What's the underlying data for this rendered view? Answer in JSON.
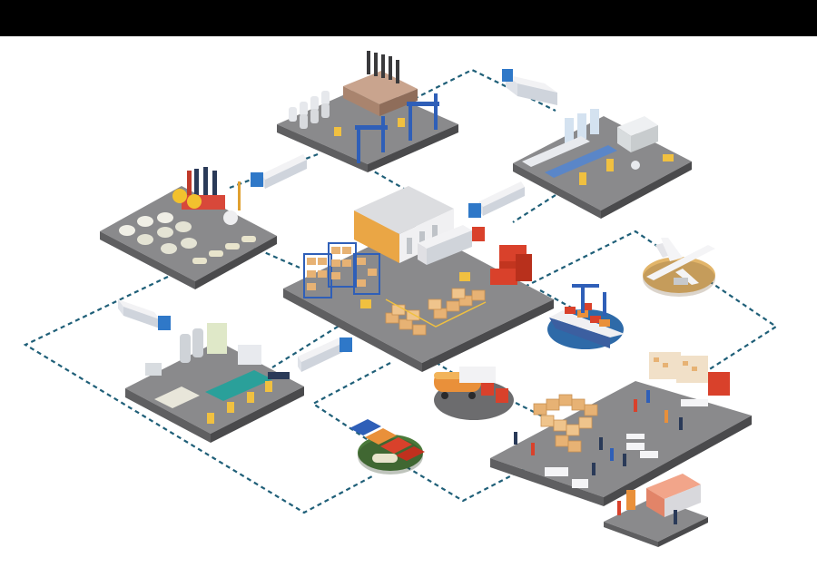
{
  "colors": {
    "background": "#ffffff",
    "top_bar": "#000000",
    "platform_top": "#8a8a8c",
    "platform_left": "#5f5f61",
    "platform_right": "#4a4a4c",
    "network_line": "#1f5f78",
    "box": "#e7b274",
    "truck_body": "#e8ecf2",
    "truck_cab": "#2f78c8",
    "container_red": "#d9412b",
    "factory_blue": "#2f5fb8",
    "tanker_orange": "#e9903a",
    "ship_hull": "#3c5fa0"
  },
  "nodes": [
    {
      "id": "factory-top",
      "icon": "factory-icon"
    },
    {
      "id": "refinery",
      "icon": "refinery-icon"
    },
    {
      "id": "packaging-plant",
      "icon": "assembly-line-icon"
    },
    {
      "id": "central-warehouse",
      "icon": "warehouse-icon"
    },
    {
      "id": "production-plant",
      "icon": "machinery-icon"
    },
    {
      "id": "airport",
      "icon": "airplane-icon"
    },
    {
      "id": "seaport",
      "icon": "cargo-ship-icon"
    },
    {
      "id": "tanker-depot",
      "icon": "tanker-truck-icon"
    },
    {
      "id": "railway",
      "icon": "freight-train-icon"
    },
    {
      "id": "retail-store",
      "icon": "store-icon"
    },
    {
      "id": "last-mile",
      "icon": "delivery-van-icon"
    }
  ],
  "vehicles": [
    {
      "id": "truck-1",
      "icon": "truck-icon"
    },
    {
      "id": "truck-2",
      "icon": "truck-icon"
    },
    {
      "id": "truck-3",
      "icon": "truck-icon"
    },
    {
      "id": "truck-4",
      "icon": "truck-icon"
    },
    {
      "id": "truck-5",
      "icon": "truck-icon"
    }
  ]
}
